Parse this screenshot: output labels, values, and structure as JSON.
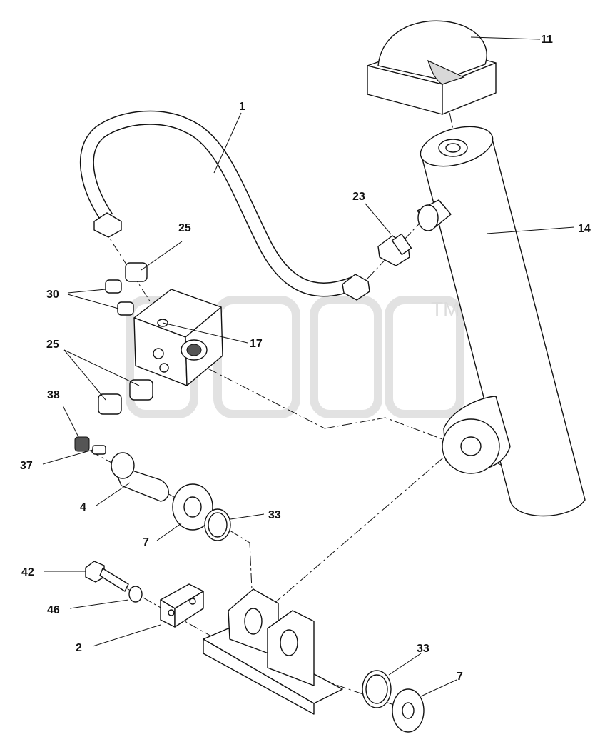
{
  "labels": [
    {
      "key": "p1",
      "text": "1"
    },
    {
      "key": "p2",
      "text": "2"
    },
    {
      "key": "p4",
      "text": "4"
    },
    {
      "key": "p7a",
      "text": "7"
    },
    {
      "key": "p7b",
      "text": "7"
    },
    {
      "key": "p11",
      "text": "11"
    },
    {
      "key": "p14",
      "text": "14"
    },
    {
      "key": "p17",
      "text": "17"
    },
    {
      "key": "p23",
      "text": "23"
    },
    {
      "key": "p25a",
      "text": "25"
    },
    {
      "key": "p25b",
      "text": "25"
    },
    {
      "key": "p30",
      "text": "30"
    },
    {
      "key": "p33a",
      "text": "33"
    },
    {
      "key": "p33b",
      "text": "33"
    },
    {
      "key": "p37",
      "text": "37"
    },
    {
      "key": "p38",
      "text": "38"
    },
    {
      "key": "p42",
      "text": "42"
    },
    {
      "key": "p46",
      "text": "46"
    }
  ],
  "watermark": {
    "tm": "TM"
  }
}
